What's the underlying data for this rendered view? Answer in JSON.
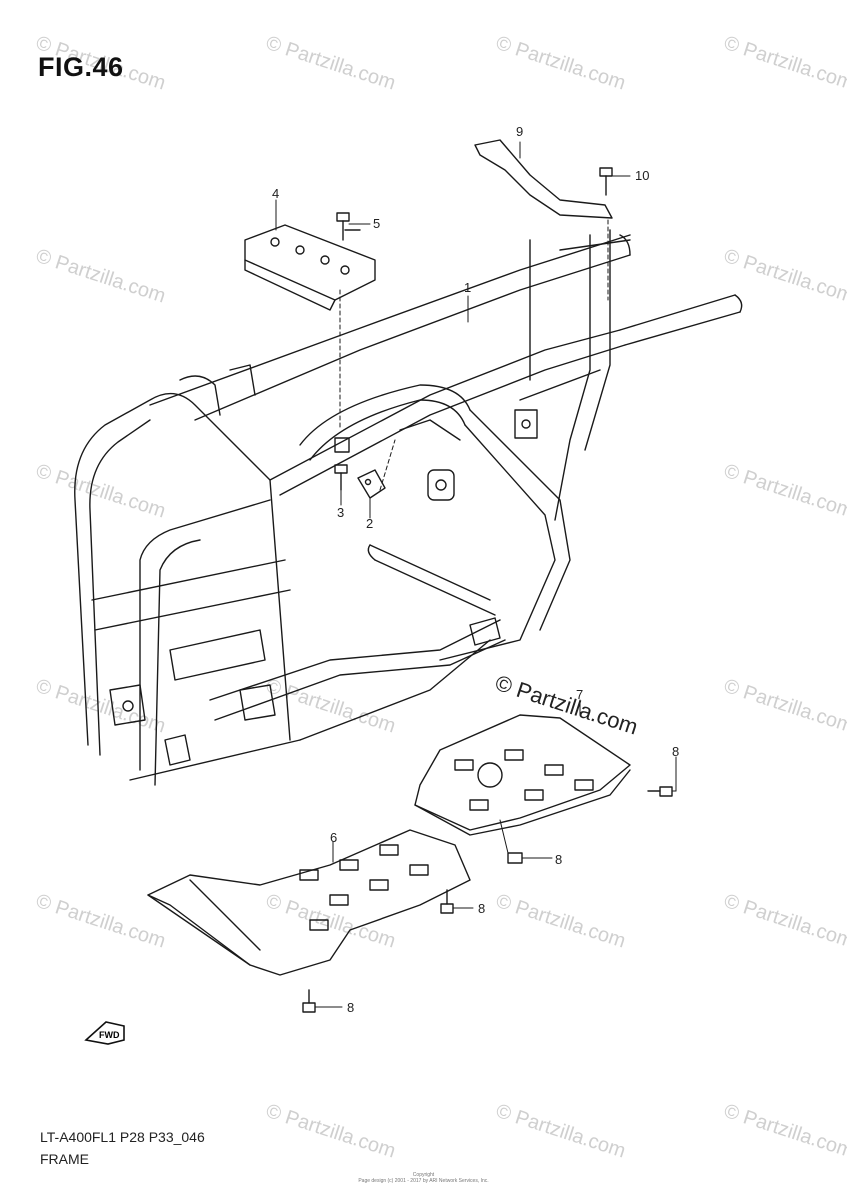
{
  "figure": {
    "title": "FIG.46",
    "code": "LT-A400FL1 P28 P33_046",
    "name": "FRAME",
    "copyright_line_1": "Copyright",
    "copyright_line_2": "Page design (c) 2001 - 2017 by ARI Network Services, Inc."
  },
  "watermark": {
    "text": "© Partzilla.com",
    "color": "#cfcfcf"
  },
  "highlight_watermark": "© Partzilla.com",
  "callouts": {
    "c1": "1",
    "c2": "2",
    "c3": "3",
    "c4": "4",
    "c5": "5",
    "c6": "6",
    "c7": "7",
    "c8a": "8",
    "c8b": "8",
    "c8c": "8",
    "c8d": "8",
    "c9": "9",
    "c10": "10"
  },
  "fwd_badge": {
    "label": "FWD",
    "icon": "forward-arrow-icon"
  }
}
